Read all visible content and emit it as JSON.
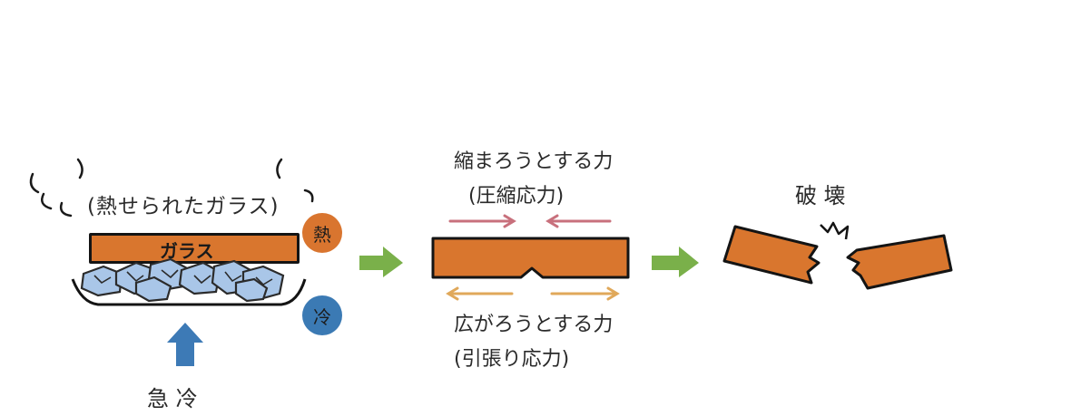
{
  "stage1": {
    "heated_glass_label": "(熱せられたガラス)",
    "glass_label": "ガラス",
    "heat_badge": "熱",
    "cool_badge": "冷",
    "rapid_cooling_label": "急 冷",
    "heat_color": "#d9752f",
    "cool_color": "#3b7ab4"
  },
  "stage2": {
    "compress_label": "縮まろうとする力",
    "compress_sub": "(圧縮応力)",
    "expand_label": "広がろうとする力",
    "expand_sub": "(引張り応力)",
    "compress_arrow_color": "#c8707c",
    "expand_arrow_color": "#e0a85a"
  },
  "stage3": {
    "break_label": "破 壊"
  },
  "colors": {
    "glass": "#d9762e",
    "outline": "#141414",
    "ice": "#a9c6e8",
    "transition_arrow": "#7ab04a",
    "cooling_arrow": "#3d7ab6"
  }
}
